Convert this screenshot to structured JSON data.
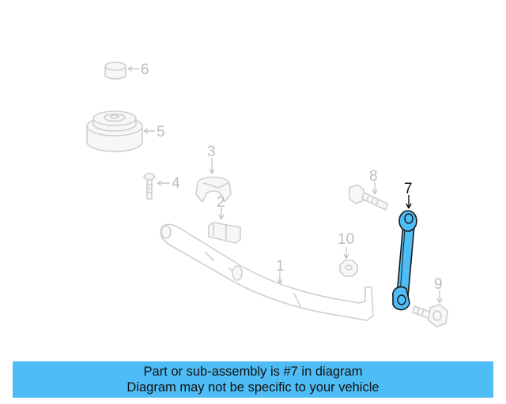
{
  "colors": {
    "banner_background": "#4fbdf5",
    "highlight_part": "#4fbdf5",
    "highlight_outline": "#1a1a1a",
    "faded_part": "#cfcfcf"
  },
  "callouts": {
    "part_1": "1",
    "part_2": "2",
    "part_3": "3",
    "part_4": "4",
    "part_5": "5",
    "part_6": "6",
    "part_7": "7",
    "part_8": "8",
    "part_9": "9",
    "part_10": "10"
  },
  "highlighted_part": "7",
  "banner": {
    "line1": "Part or sub-assembly is #7 in diagram",
    "line2": "Diagram may not be specific to your vehicle"
  }
}
